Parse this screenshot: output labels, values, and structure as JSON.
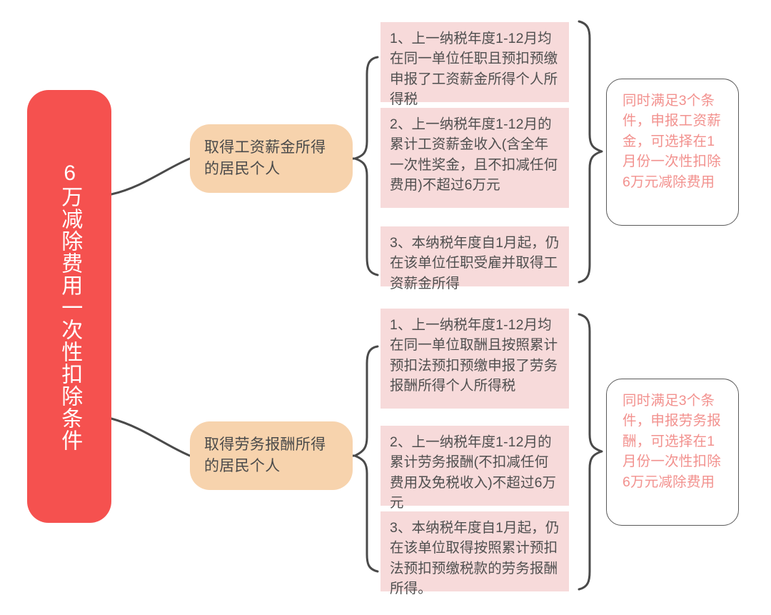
{
  "diagram": {
    "title": "6万减除费用一次性扣除条件",
    "type": "mind-map",
    "colors": {
      "root_fill": "#f5514f",
      "root_text": "#ffffff",
      "branch_fill": "#f7d3ad",
      "branch_text": "#4a4a4a",
      "condition_fill": "#f7dada",
      "condition_text": "#4f4f4f",
      "result_border": "#5a5a5a",
      "result_text": "#f2918e",
      "connector": "#4a4a4a",
      "background": "#ffffff"
    }
  },
  "root": {
    "label": "6万减除费用一次性扣除条件"
  },
  "branches": [
    {
      "label": "取得工资薪金所得的居民个人",
      "conditions": [
        "1、上一纳税年度1-12月均在同一单位任职且预扣预缴申报了工资薪金所得个人所得税",
        "2、上一纳税年度1-12月的累计工资薪金收入(含全年一次性奖金，且不扣减任何费用)不超过6万元",
        "3、本纳税年度自1月起，仍在该单位任职受雇并取得工资薪金所得"
      ],
      "result": "同时满足3个条件，申报工资薪金，可选择在1月份一次性扣除6万元减除费用"
    },
    {
      "label": "取得劳务报酬所得的居民个人",
      "conditions": [
        "1、上一纳税年度1-12月均在同一单位取酬且按照累计预扣法预扣预缴申报了劳务报酬所得个人所得税",
        "2、上一纳税年度1-12月的累计劳务报酬(不扣减任何费用及免税收入)不超过6万元",
        "3、本纳税年度自1月起，仍在该单位取得按照累计预扣法预扣预缴税款的劳务报酬所得。"
      ],
      "result": "同时满足3个条件，申报劳务报酬，可选择在1月份一次性扣除6万元减除费用"
    }
  ]
}
